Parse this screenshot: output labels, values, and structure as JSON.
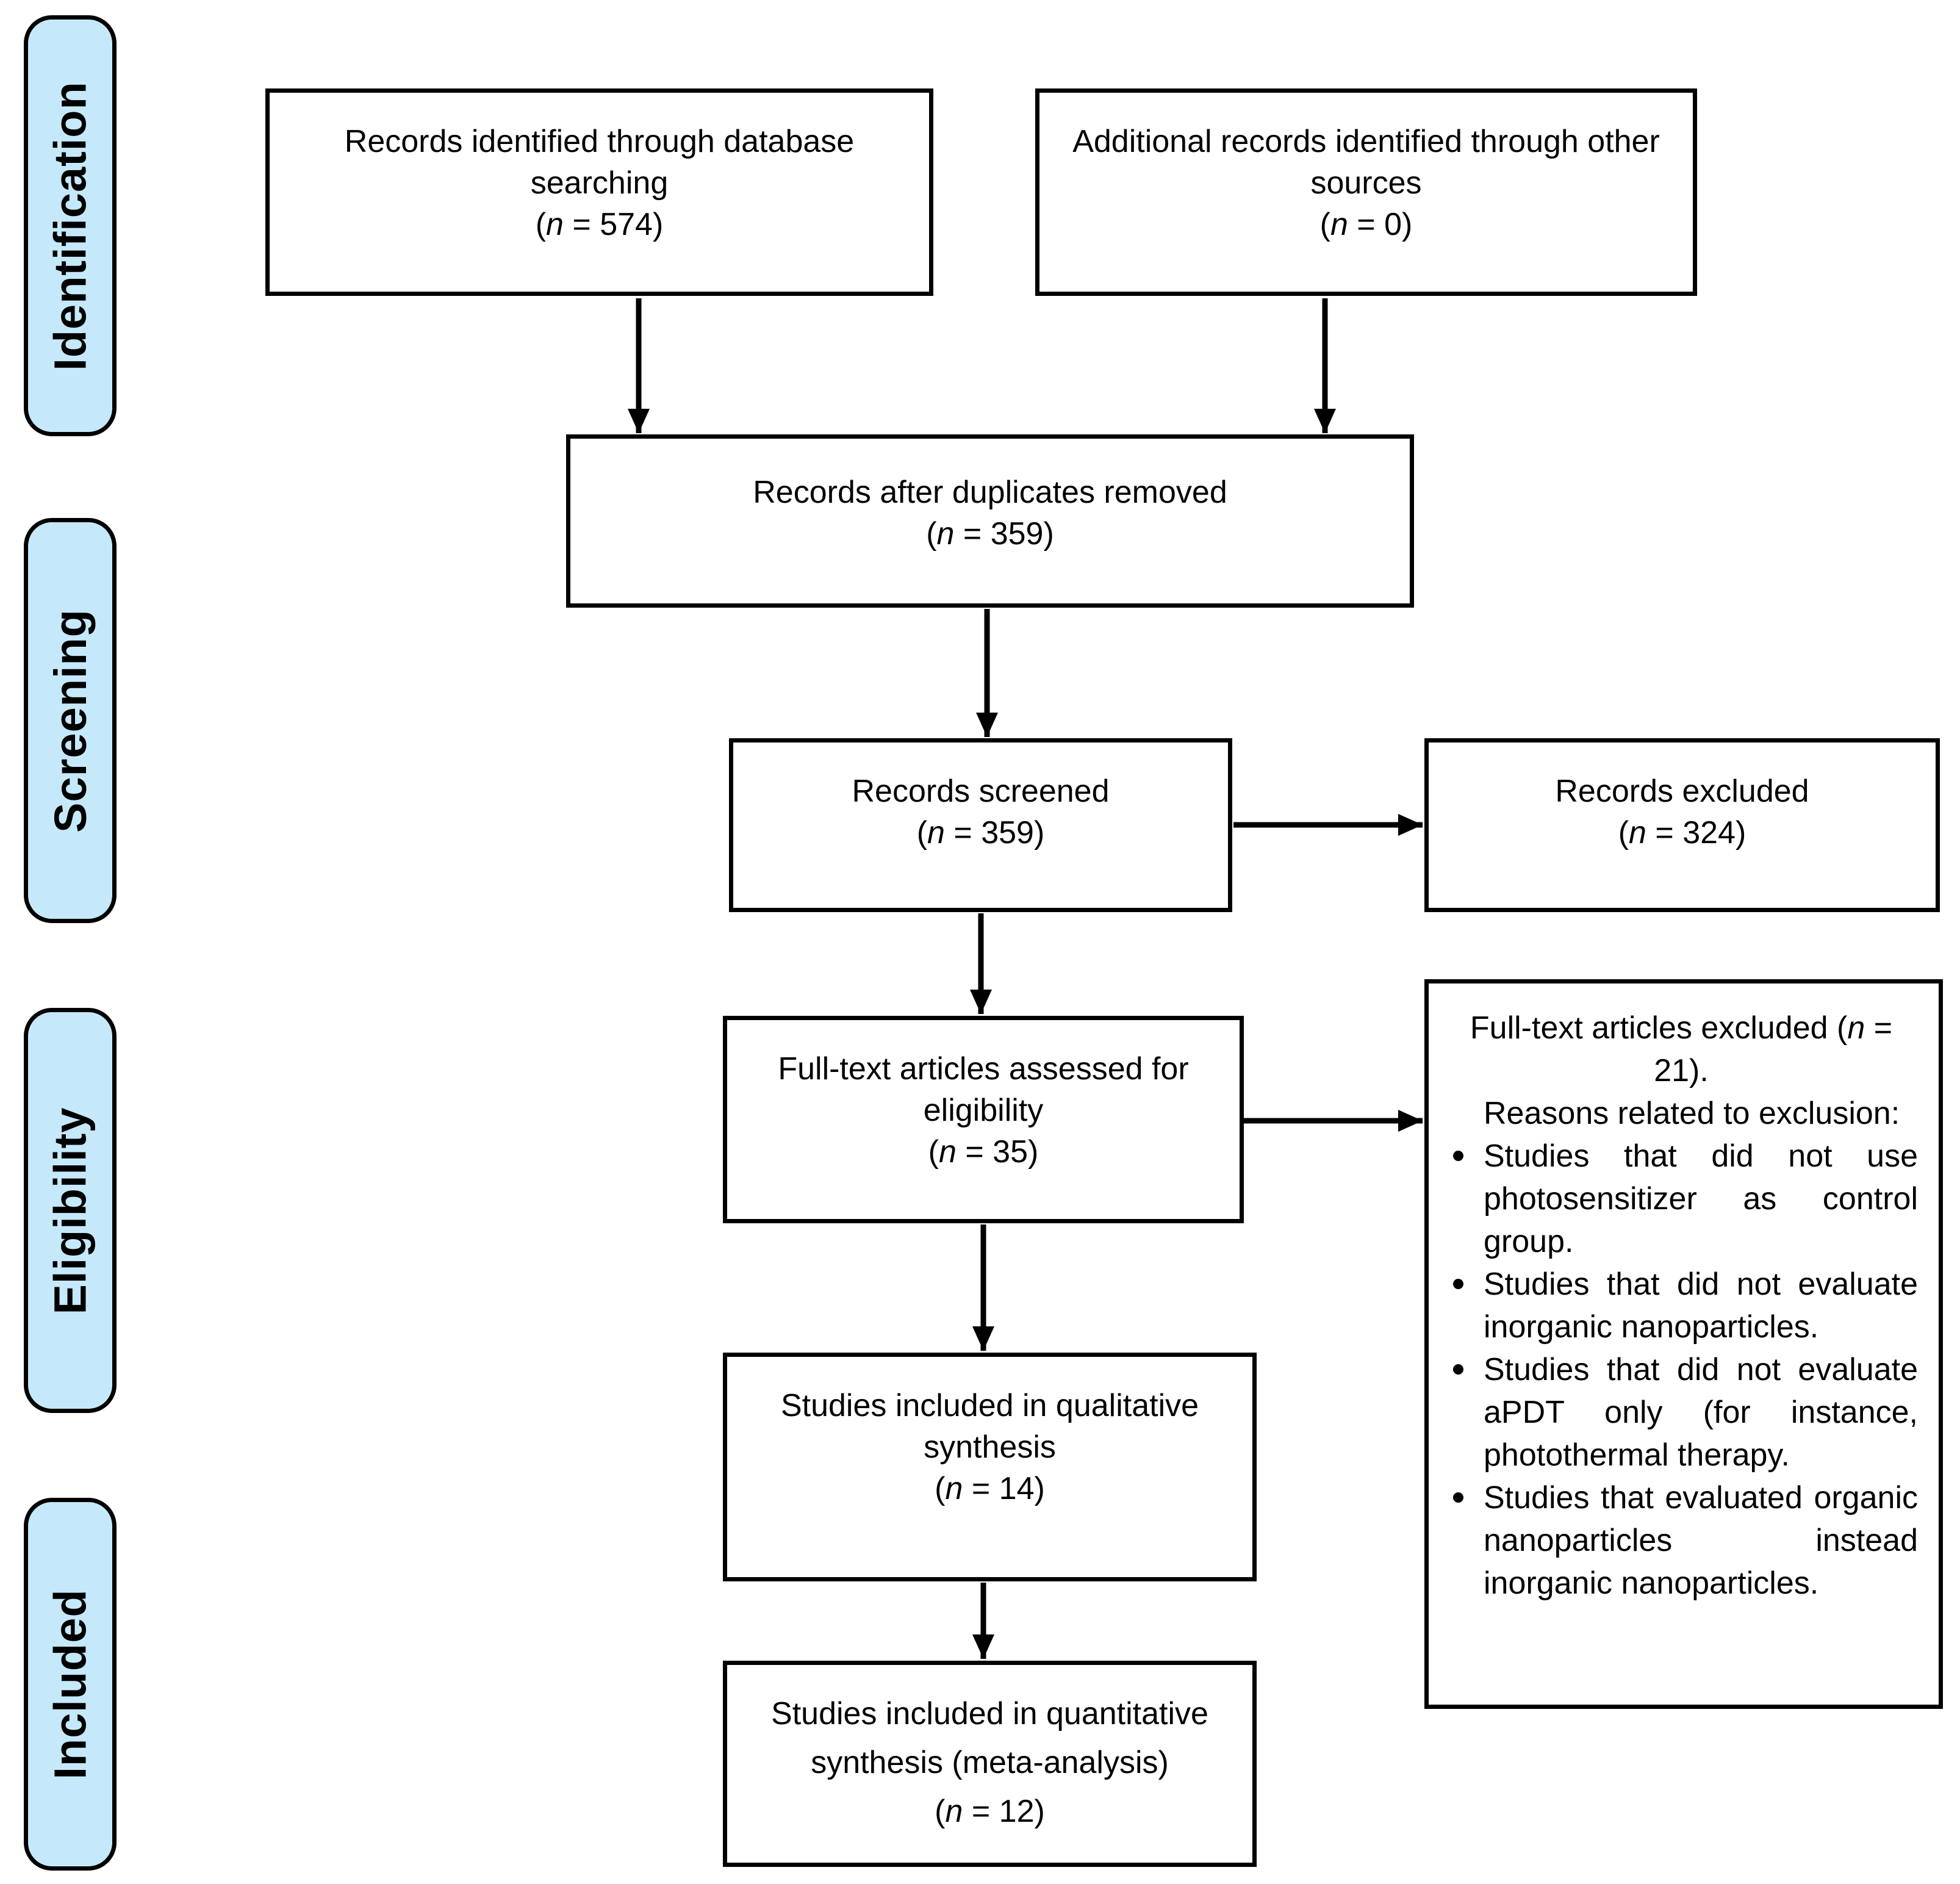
{
  "n_notation": {
    "open": "(",
    "var": "n",
    "eq": " = ",
    "close": ")"
  },
  "sidebar": {
    "fill_color": "#c5e9fa",
    "items": [
      {
        "label": "Identification"
      },
      {
        "label": "Screening"
      },
      {
        "label": "Eligibility"
      },
      {
        "label": "Included"
      }
    ]
  },
  "boxes": {
    "identified": {
      "text": "Records identified through database searching",
      "n": "574"
    },
    "additional": {
      "text": "Additional records identified through other sources",
      "n": "0"
    },
    "deduplicated": {
      "text": "Records after duplicates removed",
      "n": "359"
    },
    "screened": {
      "text": "Records screened",
      "n": "359"
    },
    "excluded": {
      "text": "Records excluded",
      "n": "324"
    },
    "fulltext": {
      "text": "Full-text articles assessed for eligibility",
      "n": "35"
    },
    "qualitative": {
      "text": "Studies included in qualitative synthesis",
      "n": "14"
    },
    "quantitative": {
      "text": "Studies included in quantitative synthesis (meta-analysis)",
      "n": "12"
    },
    "excluded_full": {
      "title_pre": "Full-text articles excluded ",
      "title_eq": " =",
      "title_line2": "21).",
      "subtitle": "Reasons related to exclusion:",
      "bullets": [
        "Studies that did not use photosensitizer as control group.",
        "Studies that did not evaluate inorganic nanoparticles.",
        "Studies that did not evaluate aPDT only (for instance, photothermal therapy.",
        "Studies that evaluated organic nanoparticles instead inorganic nanoparticles."
      ]
    }
  }
}
